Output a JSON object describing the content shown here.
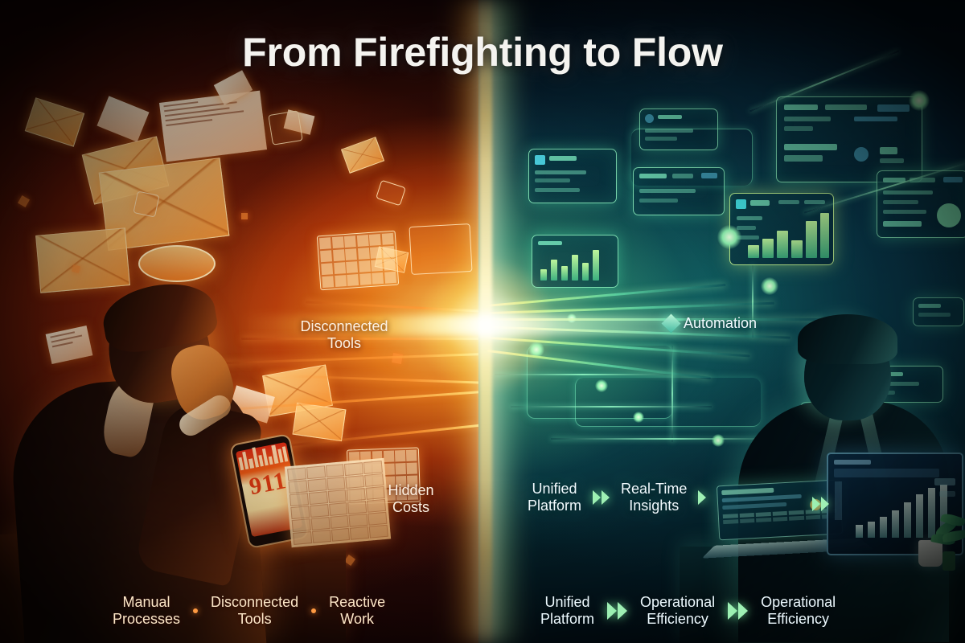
{
  "title": "From Firefighting to Flow",
  "left_side": {
    "theme": "firefighting-chaos",
    "accent_color": "#ff8a2a",
    "callouts": [
      {
        "id": "disconnected-tools",
        "line1": "Disconnected",
        "line2": "Tools"
      },
      {
        "id": "hidden-costs",
        "line1": "Hidden",
        "line2": "Costs"
      }
    ],
    "footer_items": [
      {
        "line1": "Manual",
        "line2": "Processes"
      },
      {
        "line1": "Disconnected",
        "line2": "Tools"
      },
      {
        "line1": "Reactive",
        "line2": "Work"
      }
    ],
    "phone_screen_text": "911"
  },
  "right_side": {
    "theme": "flow-order",
    "accent_color": "#8ef0b4",
    "callouts": [
      {
        "id": "automation",
        "line1": "Automation",
        "line2": ""
      }
    ],
    "mid_row": [
      {
        "line1": "Unified",
        "line2": "Platform"
      },
      {
        "line1": "Real-Time",
        "line2": "Insights"
      }
    ],
    "footer_items": [
      {
        "line1": "Unified",
        "line2": "Platform"
      },
      {
        "line1": "Operational",
        "line2": "Efficiency"
      },
      {
        "line1": "Operational",
        "line2": "Efficiency"
      }
    ]
  },
  "icons": {
    "diamond": "diamond-icon",
    "magnifier": "magnifier-icon",
    "chevron": "chevron-right-icon"
  }
}
